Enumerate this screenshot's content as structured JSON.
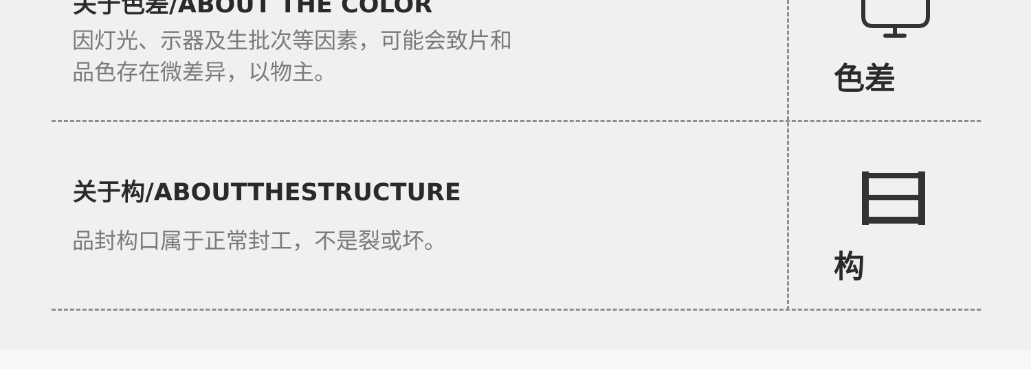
{
  "section_color": {
    "heading": "关于色差/ABOUT THE COLOR",
    "body_lines": [
      "因灯光、示器及生批次等因素，可能会致片和",
      "品色存在微差异，以物主。"
    ],
    "icon": "monitor-icon",
    "icon_label": "色差"
  },
  "section_structure": {
    "heading": "关于构/ABOUTTHESTRUCTURE",
    "body_lines": [
      "品封构口属于正常封工，不是裂或坏。"
    ],
    "icon": "structure-bars-icon",
    "icon_label": "构"
  },
  "colors": {
    "background": "#f0f0f0",
    "heading": "#2a2a2a",
    "body": "#7a7a7a",
    "dash": "#8e8e8e"
  }
}
